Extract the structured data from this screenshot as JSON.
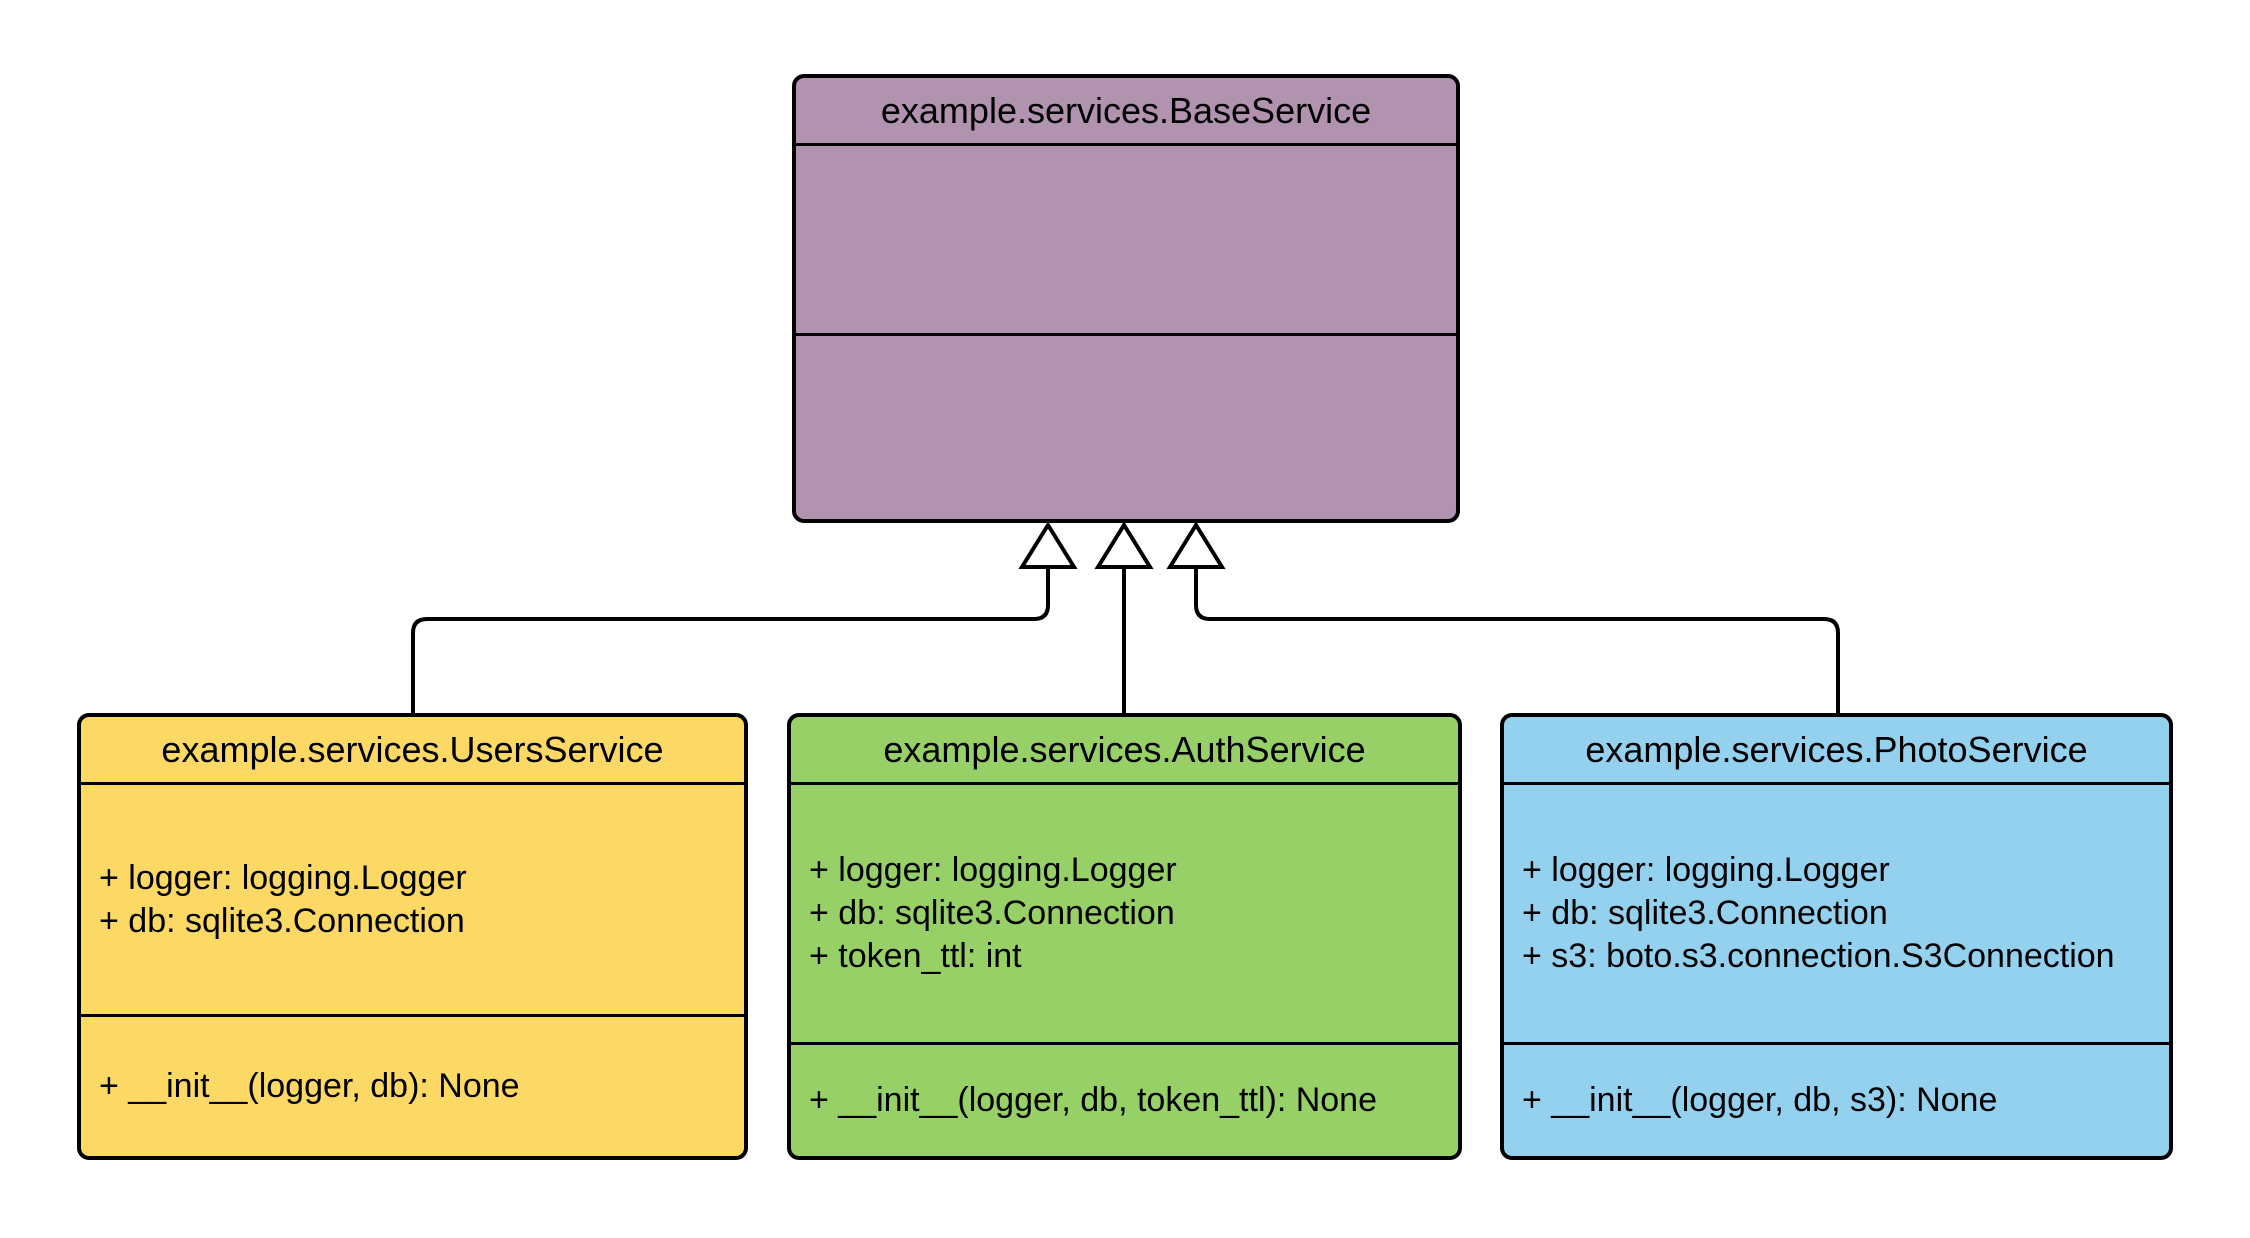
{
  "diagram": {
    "type": "uml-class-diagram",
    "background_color": "#ffffff",
    "stroke_color": "#000000",
    "classes": [
      {
        "id": "base",
        "title": "example.services.BaseService",
        "fill": "#b192af",
        "attributes": [],
        "methods": []
      },
      {
        "id": "users",
        "title": "example.services.UsersService",
        "fill": "#fcd865",
        "attributes": [
          "+ logger: logging.Logger",
          "+ db: sqlite3.Connection"
        ],
        "methods": [
          "+ __init__(logger, db): None"
        ]
      },
      {
        "id": "auth",
        "title": "example.services.AuthService",
        "fill": "#97d066",
        "attributes": [
          "+ logger: logging.Logger",
          "+ db: sqlite3.Connection",
          "+ token_ttl: int"
        ],
        "methods": [
          "+ __init__(logger, db, token_ttl): None"
        ]
      },
      {
        "id": "photo",
        "title": "example.services.PhotoService",
        "fill": "#94d1ef",
        "attributes": [
          "+ logger: logging.Logger",
          "+ db: sqlite3.Connection",
          "+ s3: boto.s3.connection.S3Connection"
        ],
        "methods": [
          "+ __init__(logger, db, s3): None"
        ]
      }
    ],
    "relations": [
      {
        "from": "example.services.UsersService",
        "to": "example.services.BaseService",
        "type": "inheritance"
      },
      {
        "from": "example.services.AuthService",
        "to": "example.services.BaseService",
        "type": "inheritance"
      },
      {
        "from": "example.services.PhotoService",
        "to": "example.services.BaseService",
        "type": "inheritance"
      }
    ]
  }
}
